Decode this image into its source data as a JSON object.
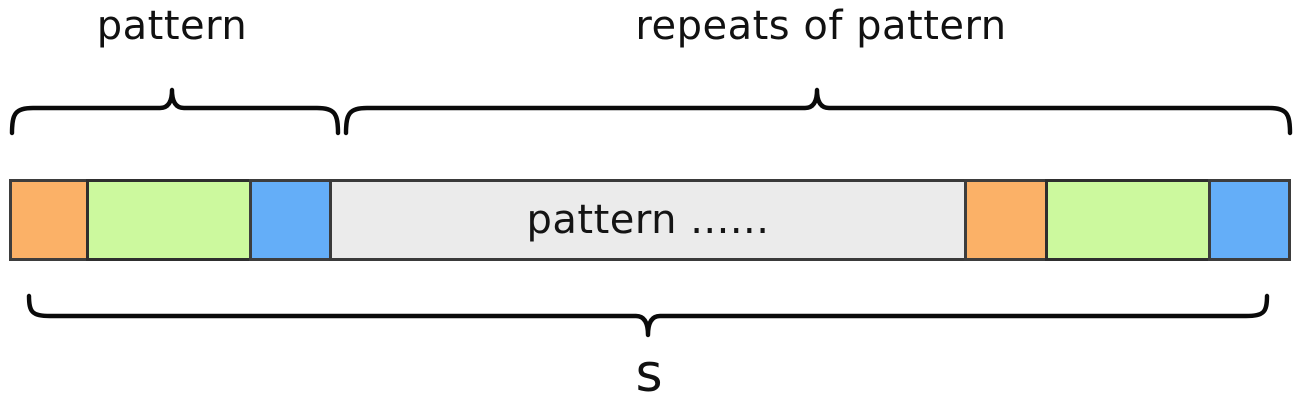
{
  "labels": {
    "pattern_region": "pattern",
    "repeats_region": "repeats of pattern",
    "whole_string": "s"
  },
  "colors": {
    "orange": "#fbb167",
    "green": "#ccf99e",
    "blue": "#64aef8",
    "repeat_gray": "#ebebeb",
    "segment_border": "#3d3d3d",
    "brace": "#0a0a0a",
    "text": "#111111",
    "background": "#ffffff"
  },
  "bar": {
    "segments": [
      {
        "name": "orange-1",
        "color": "orange"
      },
      {
        "name": "green-1",
        "color": "green"
      },
      {
        "name": "blue-1",
        "color": "blue"
      },
      {
        "name": "repeats-of-pattern",
        "color": "repeat_gray",
        "label": "pattern ......"
      },
      {
        "name": "orange-2",
        "color": "orange"
      },
      {
        "name": "green-2",
        "color": "green"
      },
      {
        "name": "blue-2",
        "color": "blue"
      }
    ]
  }
}
